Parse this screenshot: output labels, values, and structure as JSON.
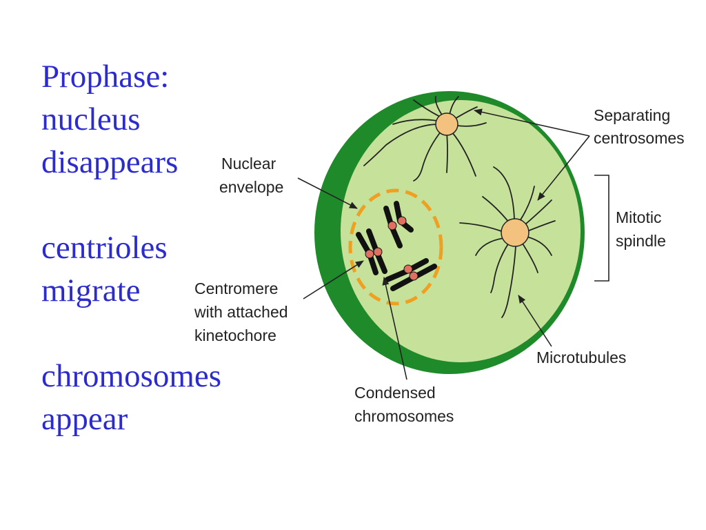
{
  "slide": {
    "lines": [
      "Prophase:",
      "nucleus",
      "disappears",
      "centrioles",
      "migrate",
      "chromosomes",
      "appear"
    ]
  },
  "labels": {
    "separating_1": "Separating",
    "separating_2": "centrosomes",
    "nuclear_1": "Nuclear",
    "nuclear_2": "envelope",
    "mitotic_1": "Mitotic",
    "mitotic_2": "spindle",
    "centromere_1": "Centromere",
    "centromere_2": "with attached",
    "centromere_3": "kinetochore",
    "microtubules": "Microtubules",
    "condensed_1": "Condensed",
    "condensed_2": "chromosomes"
  },
  "colors": {
    "text_blue": "#2b2bd0",
    "cell_wall": "#1f8a2a",
    "cytoplasm": "#c5e19a",
    "centrosome": "#f2c27e",
    "nuclear_envelope": "#f0a020",
    "chromosome": "#111111",
    "kinetochore": "#e07060"
  }
}
